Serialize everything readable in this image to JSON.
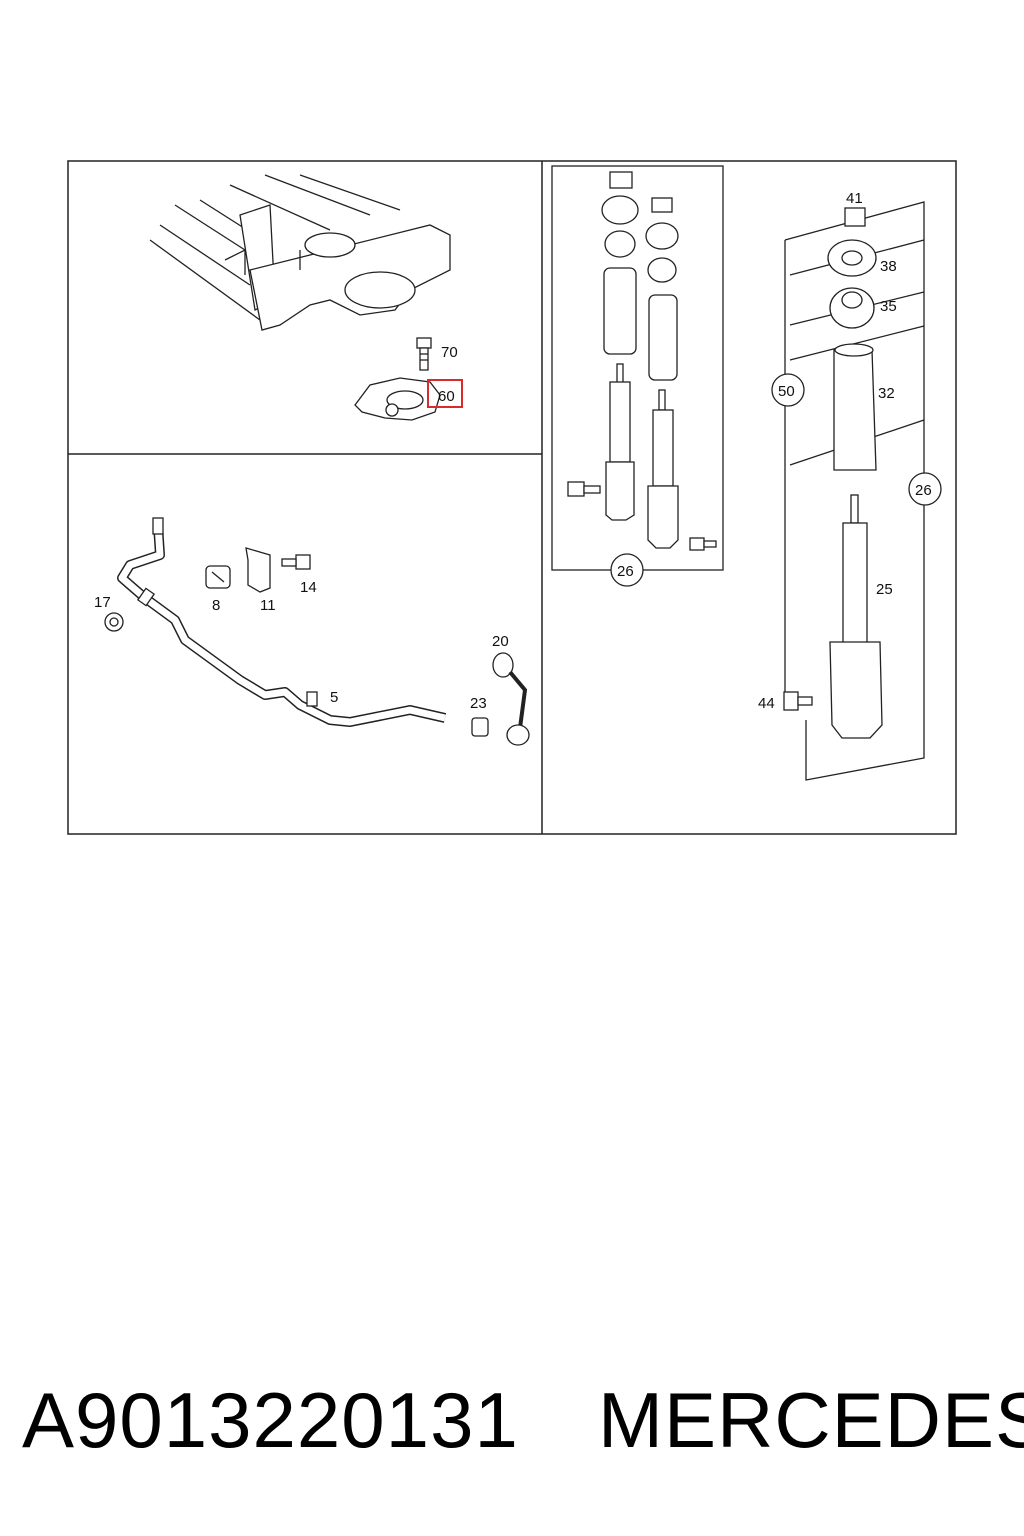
{
  "callouts": {
    "c70": "70",
    "c60": "60",
    "c17": "17",
    "c8": "8",
    "c11": "11",
    "c14": "14",
    "c5": "5",
    "c20": "20",
    "c23": "23",
    "c26a": "26",
    "c41": "41",
    "c38": "38",
    "c35": "35",
    "c50": "50",
    "c32": "32",
    "c26b": "26",
    "c25": "25",
    "c44": "44"
  },
  "highlight": {
    "callout": "60",
    "color": "#d92b2b"
  },
  "footer": {
    "part_number": "A9013220131",
    "brand": "MERCEDES"
  }
}
